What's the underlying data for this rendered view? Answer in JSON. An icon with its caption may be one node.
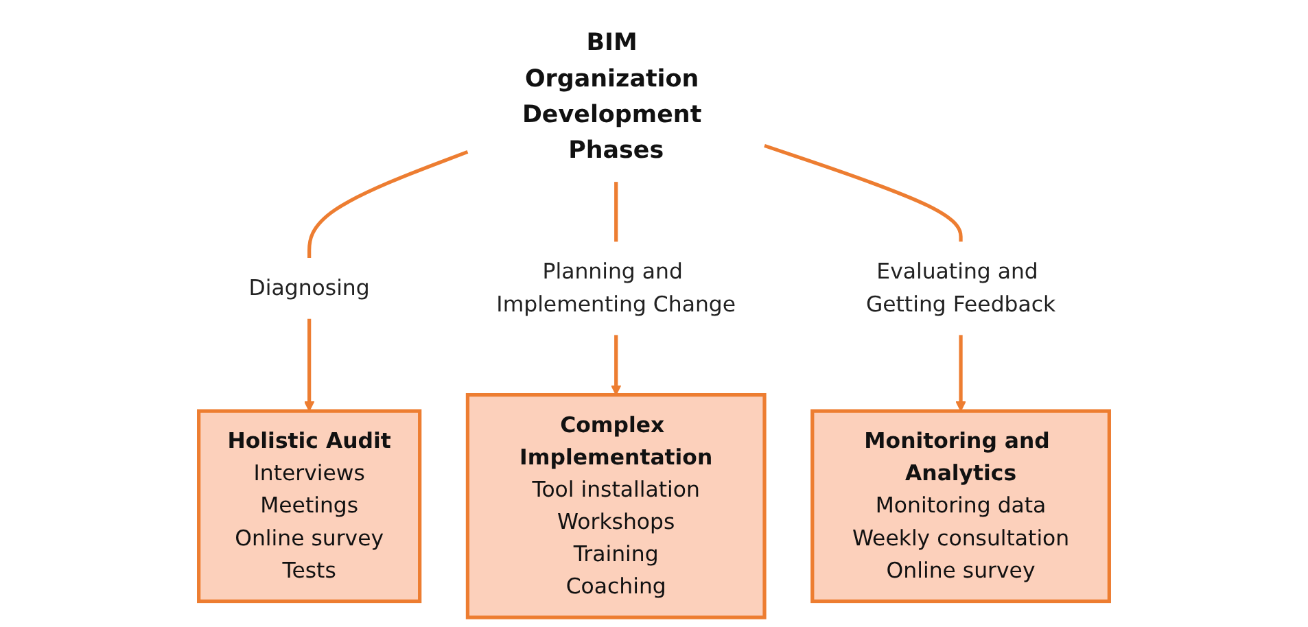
{
  "diagram": {
    "nodes": [
      {
        "text": [
          "BIM Organization Development Phases"
        ]
      },
      {
        "text": [
          "Diagnosing"
        ]
      },
      {
        "text": [
          "Planning and Implementing Change"
        ]
      },
      {
        "text": [
          "Evaluating and Getting Feedback"
        ]
      },
      {
        "text": [
          "Holistic Audit",
          "Interviews",
          "Meetings",
          "Online survey",
          "Tests"
        ]
      },
      {
        "text": [
          "Complex Implementation",
          "Tool installation",
          "Workshops",
          "Training",
          "Coaching"
        ]
      },
      {
        "text": [
          "Monitoring and Analytics",
          "Monitoring data",
          "Weekly consultation",
          "Online survey"
        ]
      }
    ],
    "edges": [
      {
        "from": 0,
        "to": 1,
        "arrow": "none"
      },
      {
        "from": 0,
        "to": 2,
        "arrow": "none"
      },
      {
        "from": 0,
        "to": 3,
        "arrow": "none"
      },
      {
        "from": 1,
        "to": 4,
        "arrow": "to"
      },
      {
        "from": 2,
        "to": 5,
        "arrow": "to"
      },
      {
        "from": 3,
        "to": 6,
        "arrow": "to"
      }
    ]
  }
}
